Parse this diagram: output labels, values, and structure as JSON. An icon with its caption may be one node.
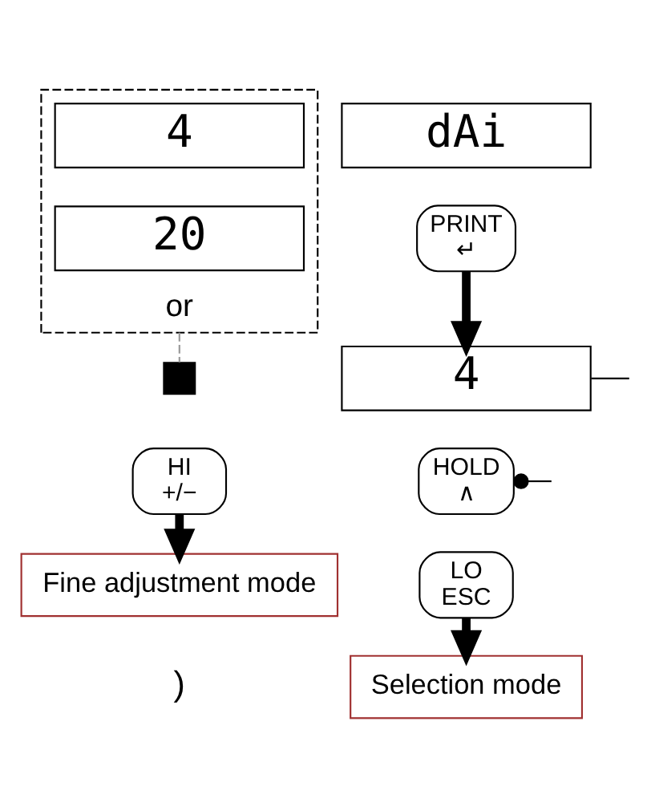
{
  "diagram": {
    "nodes": [
      {
        "text": [
          "or"
        ]
      },
      {
        "text": [
          "4"
        ],
        "in": 0
      },
      {
        "text": [
          "20"
        ],
        "in": 0
      },
      {
        "text": [
          "dAi"
        ]
      },
      {
        "text": [
          "PRINT",
          "↵"
        ]
      },
      {
        "text": [
          "4"
        ]
      },
      {
        "text": [],
        "shape": "box"
      },
      {
        "text": [
          "HI",
          "+/−"
        ]
      },
      {
        "text": [
          "Fine adjustment mode"
        ]
      },
      {
        "text": [
          "HOLD",
          "∧"
        ]
      },
      {
        "text": [
          "LO",
          "ESC"
        ]
      },
      {
        "text": [
          "Selection mode"
        ]
      }
    ],
    "edges": [
      {
        "from": 0,
        "to": 6,
        "arrow": "none",
        "style": "dashed",
        "color": "#999999"
      },
      {
        "from": 4,
        "to": 5,
        "arrow": "to",
        "style": "thick"
      },
      {
        "from": 5,
        "to": null,
        "arrow": "none"
      },
      {
        "from": 7,
        "to": 8,
        "arrow": "to",
        "style": "thick"
      },
      {
        "from": 9,
        "to": null,
        "arrow": "other"
      },
      {
        "from": 10,
        "to": 11,
        "arrow": "to",
        "style": "thick"
      }
    ],
    "labels": [
      ")"
    ]
  }
}
